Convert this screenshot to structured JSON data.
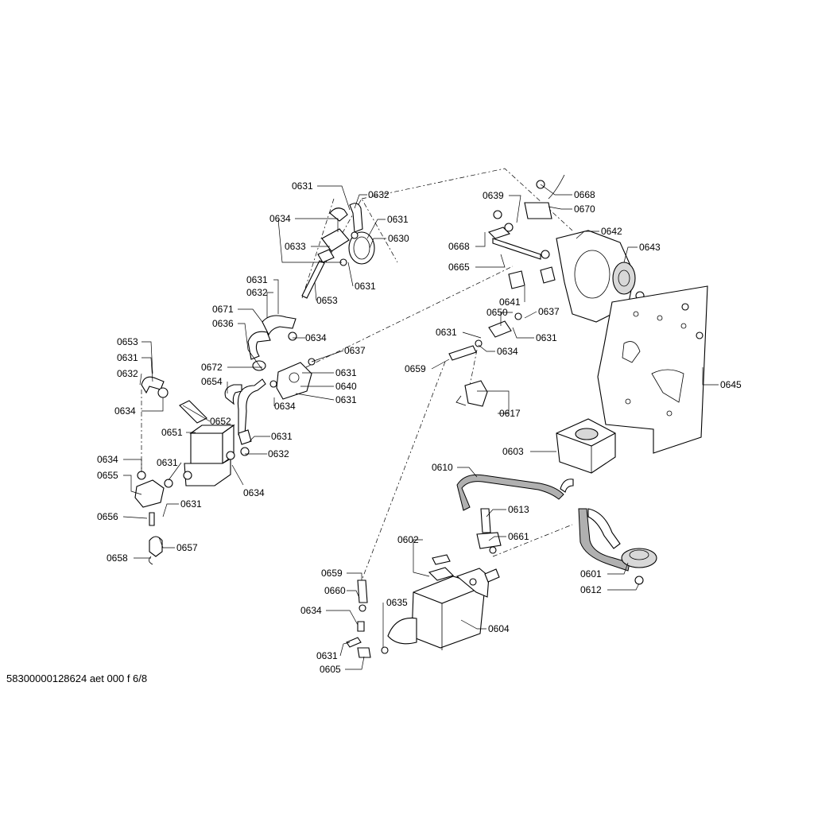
{
  "diagram": {
    "footer_text": "58300000128624 aet 000 f 6/8",
    "labels": {
      "l0631_a": "0631",
      "l0632_a": "0632",
      "l0634_a": "0634",
      "l0631_b": "0631",
      "l0633": "0633",
      "l0630": "0630",
      "l0631_c": "0631",
      "l0653_a": "0653",
      "l0631_d": "0631",
      "l0632_b": "0632",
      "l0671": "0671",
      "l0636": "0636",
      "l0634_b": "0634",
      "l0637_a": "0637",
      "l0672": "0672",
      "l0631_e": "0631",
      "l0654": "0654",
      "l0640": "0640",
      "l0631_f": "0631",
      "l0634_c": "0634",
      "l0652": "0652",
      "l0631_g": "0631",
      "l0632_c": "0632",
      "l0634_d": "0634",
      "l0653_b": "0653",
      "l0631_h": "0631",
      "l0632_d": "0632",
      "l0634_e": "0634",
      "l0651": "0651",
      "l0634_f": "0634",
      "l0631_i": "0631",
      "l0655": "0655",
      "l0631_j": "0631",
      "l0656": "0656",
      "l0657": "0657",
      "l0658": "0658",
      "l0639": "0639",
      "l0668_a": "0668",
      "l0670": "0670",
      "l0642": "0642",
      "l0643": "0643",
      "l0668_b": "0668",
      "l0665": "0665",
      "l0641": "0641",
      "l0637_b": "0637",
      "l0650": "0650",
      "l0631_k": "0631",
      "l0631_l": "0631",
      "l0634_g": "0634",
      "l0659_a": "0659",
      "l0617": "0617",
      "l0645": "0645",
      "l0603": "0603",
      "l0610": "0610",
      "l0613": "0613",
      "l0661": "0661",
      "l0602": "0602",
      "l0601": "0601",
      "l0612": "0612",
      "l0659_b": "0659",
      "l0660": "0660",
      "l0635": "0635",
      "l0634_h": "0634",
      "l0604": "0604",
      "l0631_m": "0631",
      "l0605": "0605"
    }
  }
}
